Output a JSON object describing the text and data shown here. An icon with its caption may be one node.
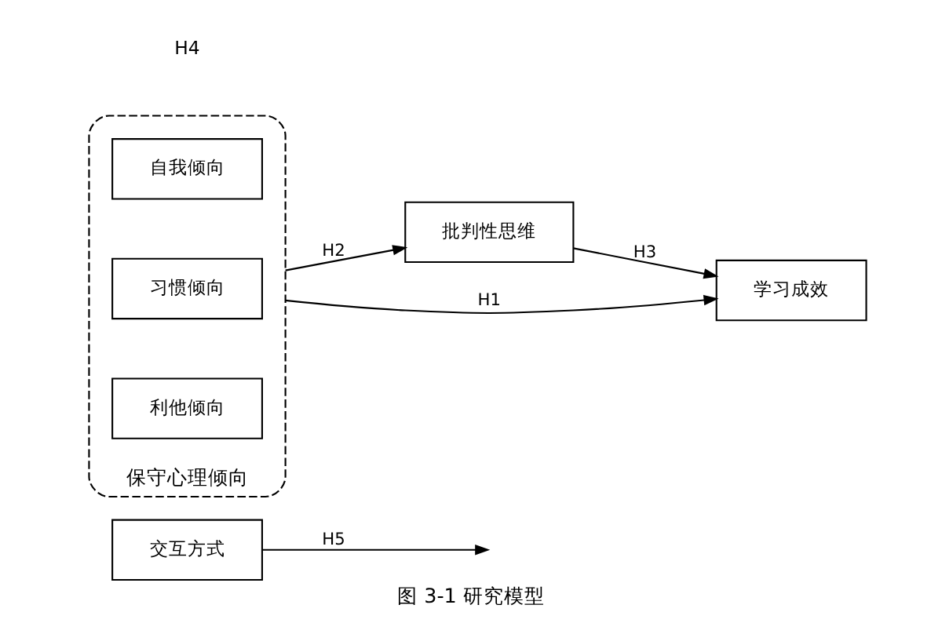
{
  "diagram": {
    "caption": "图 3-1 研究模型",
    "nodes": [
      {
        "text": [
          "交互方式"
        ]
      },
      {
        "text": [
          "批判性思维"
        ]
      },
      {
        "text": [
          "保守心理倾向"
        ]
      },
      {
        "text": [
          "自我倾向"
        ],
        "in": 2
      },
      {
        "text": [
          "习惯倾向"
        ],
        "in": 2
      },
      {
        "text": [
          "利他倾向"
        ],
        "in": 2
      },
      {
        "text": [
          "学习成效"
        ]
      }
    ],
    "edges": [
      {
        "from": 0,
        "to": null,
        "arrow": "to",
        "label": "H5"
      },
      {
        "from": 2,
        "to": 1,
        "arrow": "to",
        "label": "H2"
      },
      {
        "from": 1,
        "to": 6,
        "arrow": "to",
        "label": "H3"
      },
      {
        "from": 2,
        "to": 6,
        "arrow": "to",
        "label": "H1"
      }
    ],
    "labels": [
      "H4"
    ]
  }
}
